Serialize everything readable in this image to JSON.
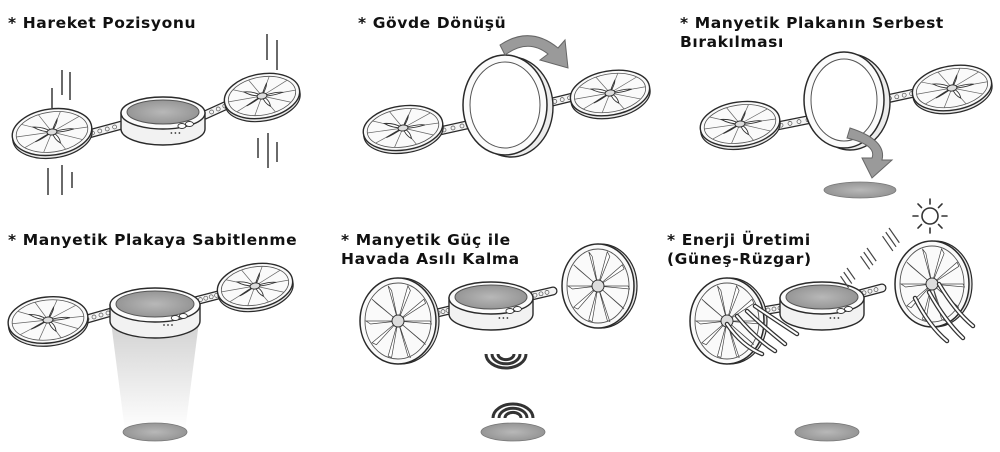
{
  "panels": [
    {
      "caption_lines": [
        "* Hareket Pozisyonu"
      ]
    },
    {
      "caption_lines": [
        "* Gövde Dönüşü"
      ]
    },
    {
      "caption_lines": [
        "* Manyetik Plakanın Serbest",
        "Bırakılması"
      ]
    },
    {
      "caption_lines": [
        "* Manyetik Plakaya Sabitlenme"
      ]
    },
    {
      "caption_lines": [
        "* Manyetik Güç ile",
        "Havada Asılı Kalma"
      ]
    },
    {
      "caption_lines": [
        "* Enerji Üretimi",
        "(Güneş-Rüzgar)"
      ]
    }
  ],
  "colors": {
    "stroke": "#2a2a2a",
    "body_fill": "#f2f2f2",
    "plate_fill": "#a8a8a8",
    "arrow_fill": "#9a9a9a",
    "beam_fill": "#e0e0e0"
  },
  "icons": [
    "propeller-icon",
    "drone-body-icon",
    "magnetic-plate-icon",
    "rotation-arrow-icon",
    "magnetic-wave-icon",
    "sun-icon",
    "wind-icon"
  ]
}
